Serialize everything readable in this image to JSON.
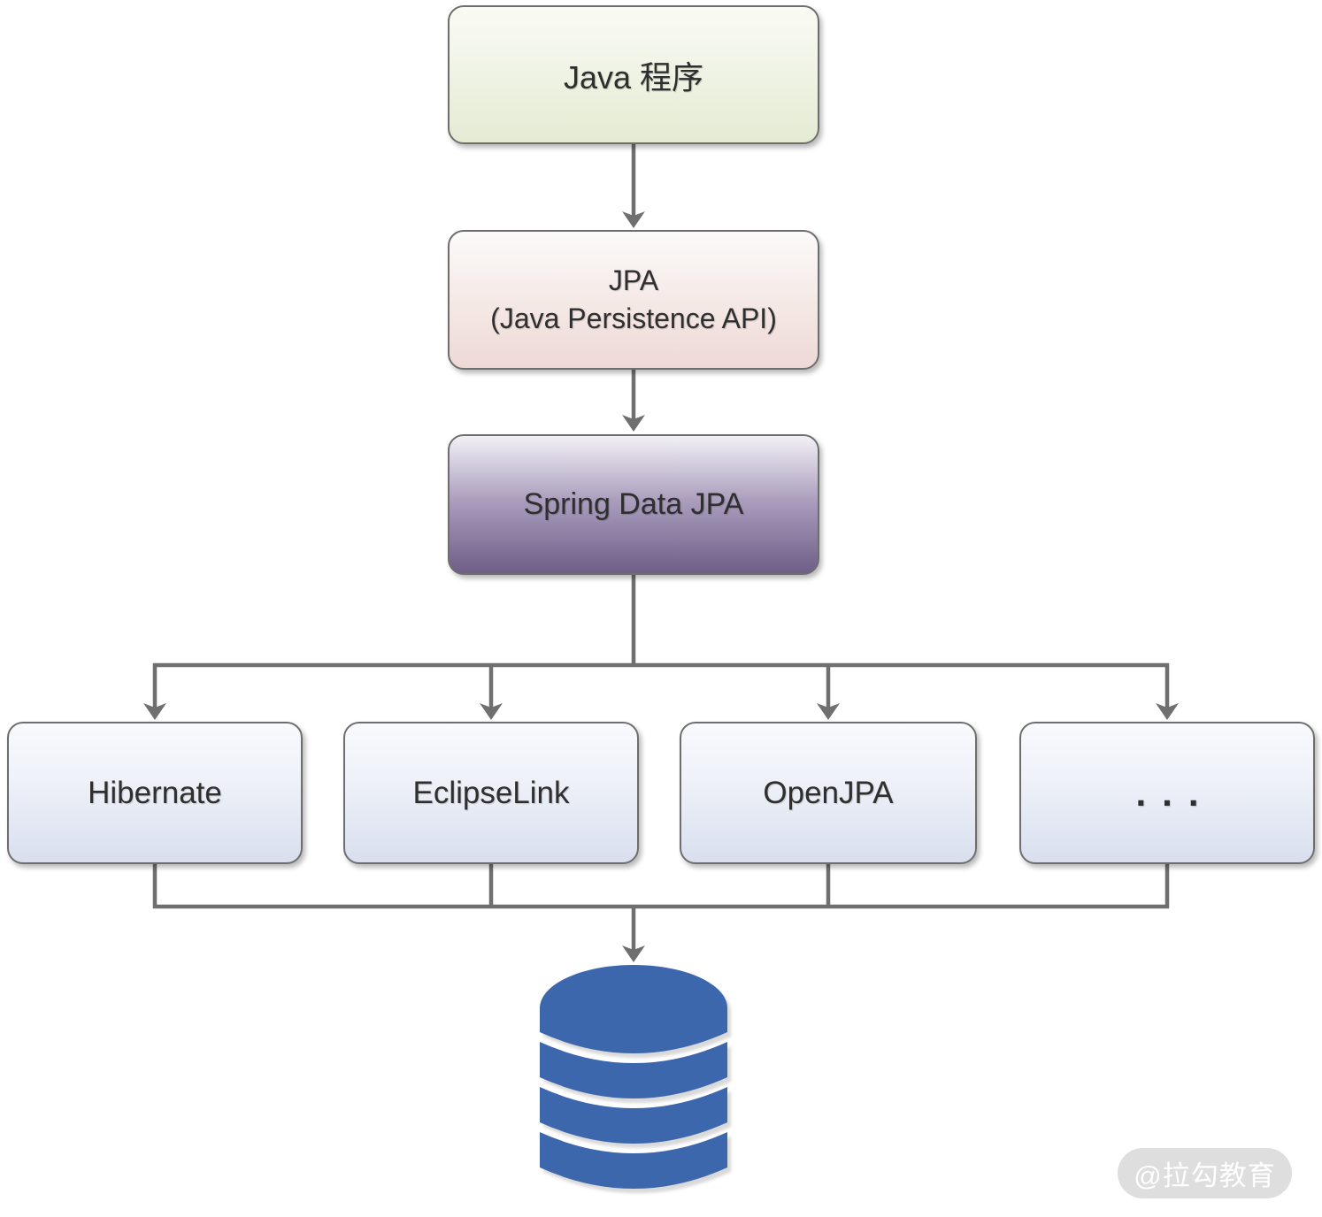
{
  "diagram": {
    "type": "flowchart",
    "nodes": {
      "java_program": {
        "label": "Java 程序"
      },
      "jpa": {
        "line1": "JPA",
        "line2": "(Java Persistence API)"
      },
      "spring_data_jpa": {
        "label": "Spring Data JPA"
      },
      "hibernate": {
        "label": "Hibernate"
      },
      "eclipselink": {
        "label": "EclipseLink"
      },
      "openjpa": {
        "label": "OpenJPA"
      },
      "others": {
        "label": "..."
      },
      "database": {
        "icon": "database-cylinder-icon"
      }
    },
    "edges": [
      {
        "from": "java_program",
        "to": "jpa"
      },
      {
        "from": "jpa",
        "to": "spring_data_jpa"
      },
      {
        "from": "spring_data_jpa",
        "to": "hibernate"
      },
      {
        "from": "spring_data_jpa",
        "to": "eclipselink"
      },
      {
        "from": "spring_data_jpa",
        "to": "openjpa"
      },
      {
        "from": "spring_data_jpa",
        "to": "others"
      },
      {
        "from": "hibernate",
        "to": "database"
      },
      {
        "from": "eclipselink",
        "to": "database"
      },
      {
        "from": "openjpa",
        "to": "database"
      },
      {
        "from": "others",
        "to": "database"
      }
    ],
    "watermark": {
      "text": "@拉勾教育"
    },
    "colors": {
      "java_top": "#fafbf4",
      "java_bottom": "#e4ebd3",
      "jpa_top": "#fcfaf9",
      "jpa_bottom": "#eed9d5",
      "spring_top": "#f3f1f6",
      "spring_bottom": "#6f5e88",
      "impl_top": "#f8fafd",
      "impl_bottom": "#d9dfee",
      "node_border": "#6e6e6e",
      "connector": "#6f6f6f",
      "database": "#3d67ad",
      "database_gap": "#ffffff",
      "watermark_bg": "#dedede",
      "watermark_text": "#ffffff"
    }
  }
}
